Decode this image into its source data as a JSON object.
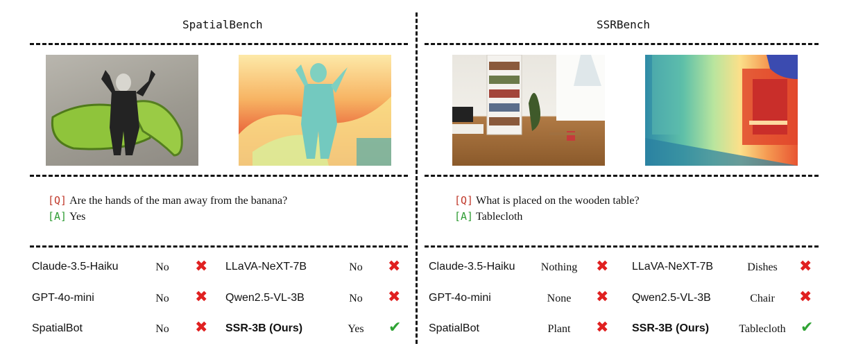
{
  "benchmarks": [
    {
      "title": "SpatialBench",
      "question_tag": "[Q]",
      "question": "Are the hands of the man away from the banana?",
      "answer_tag": "[A]",
      "answer": "Yes",
      "results": [
        {
          "model": "Claude-3.5-Haiku",
          "answer": "No",
          "correct": false,
          "bold": false
        },
        {
          "model": "LLaVA-NeXT-7B",
          "answer": "No",
          "correct": false,
          "bold": false
        },
        {
          "model": "GPT-4o-mini",
          "answer": "No",
          "correct": false,
          "bold": false
        },
        {
          "model": "Qwen2.5-VL-3B",
          "answer": "No",
          "correct": false,
          "bold": false
        },
        {
          "model": "SpatialBot",
          "answer": "No",
          "correct": false,
          "bold": false
        },
        {
          "model": "SSR-3B (Ours)",
          "answer": "Yes",
          "correct": true,
          "bold": true
        }
      ]
    },
    {
      "title": "SSRBench",
      "question_tag": "[Q]",
      "question": "What is placed on the wooden table?",
      "answer_tag": "[A]",
      "answer": "Tablecloth",
      "results": [
        {
          "model": "Claude-3.5-Haiku",
          "answer": "Nothing",
          "correct": false,
          "bold": false
        },
        {
          "model": "LLaVA-NeXT-7B",
          "answer": "Dishes",
          "correct": false,
          "bold": false
        },
        {
          "model": "GPT-4o-mini",
          "answer": "None",
          "correct": false,
          "bold": false
        },
        {
          "model": "Qwen2.5-VL-3B",
          "answer": "Chair",
          "correct": false,
          "bold": false
        },
        {
          "model": "SpatialBot",
          "answer": "Plant",
          "correct": false,
          "bold": false
        },
        {
          "model": "SSR-3B (Ours)",
          "answer": "Tablecloth",
          "correct": true,
          "bold": true
        }
      ]
    }
  ],
  "images": {
    "left_rgb": "banana-figure-photo",
    "left_depth": "banana-figure-depth-map",
    "right_rgb": "living-room-photo",
    "right_depth": "living-room-depth-map"
  },
  "marks": {
    "cross": "✖",
    "check": "✔"
  },
  "colors": {
    "question_tag": "#c0392b",
    "answer_tag": "#2e9c33",
    "cross": "#e02020",
    "check": "#2fa334"
  }
}
